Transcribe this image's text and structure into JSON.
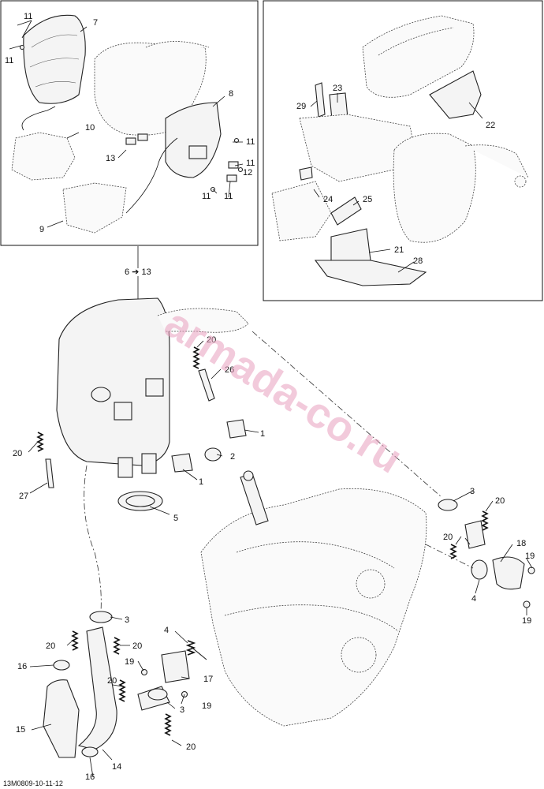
{
  "diagram_code": "13M0809-10-11-12",
  "watermark": "armada-co.ru",
  "group_reference": "6 ➔ 13",
  "callouts": {
    "c11a": "11",
    "c11b": "11",
    "c7": "7",
    "c10": "10",
    "c13": "13",
    "c8": "8",
    "c11c": "11",
    "c11d": "11",
    "c12": "12",
    "c11e": "11",
    "c11f": "11",
    "c9": "9",
    "c23": "23",
    "c29": "29",
    "c22": "22",
    "c24": "24",
    "c25": "25",
    "c21": "21",
    "c28": "28",
    "c20a": "20",
    "c26": "26",
    "c1a": "1",
    "c2": "2",
    "c1b": "1",
    "c20b": "20",
    "c27": "27",
    "c5": "5",
    "c3a": "3",
    "c20c": "20",
    "c20d": "20",
    "c18": "18",
    "c19a": "19",
    "c19b": "19",
    "c4a": "4",
    "c3b": "3",
    "c4b": "4",
    "c20e": "20",
    "c20f": "20",
    "c16a": "16",
    "c19c": "19",
    "c17": "17",
    "c20g": "20",
    "c3c": "3",
    "c19d": "19",
    "c15": "15",
    "c20h": "20",
    "c14": "14",
    "c16b": "16"
  }
}
